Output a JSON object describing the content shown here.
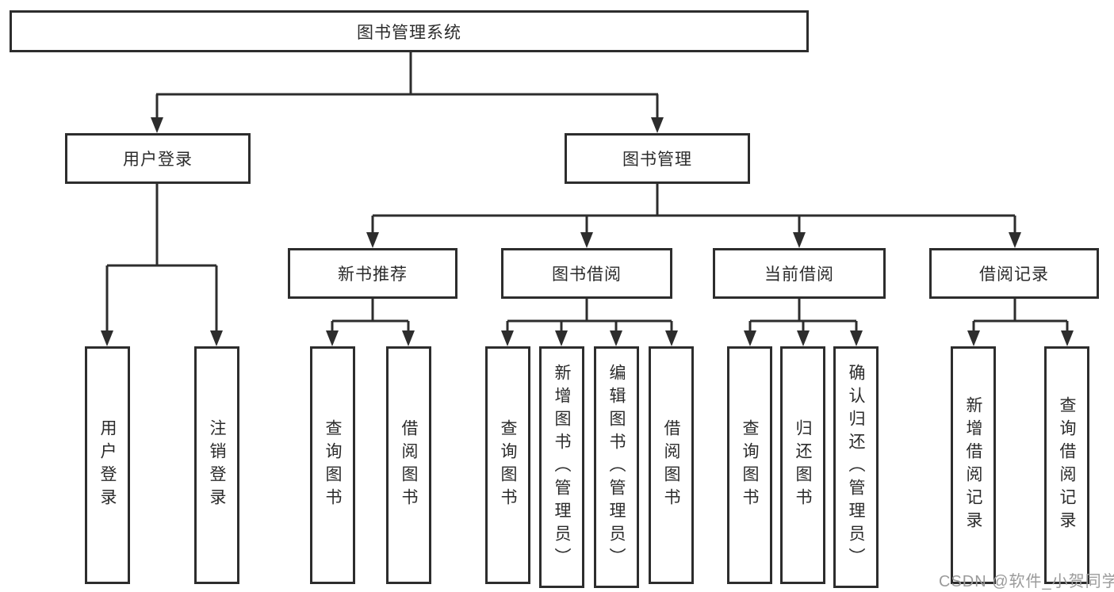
{
  "diagram": {
    "type": "hierarchy-tree",
    "orientation": "top-down"
  },
  "tree": {
    "root": "图书管理系统",
    "children": [
      {
        "label": "用户登录",
        "children": [
          "用户登录",
          "注销登录"
        ]
      },
      {
        "label": "图书管理",
        "children": [
          {
            "label": "新书推荐",
            "children": [
              "查询图书",
              "借阅图书"
            ]
          },
          {
            "label": "图书借阅",
            "children": [
              "查询图书",
              "新增图书（管理员）",
              "编辑图书（管理员）",
              "借阅图书"
            ]
          },
          {
            "label": "当前借阅",
            "children": [
              "查询图书",
              "归还图书",
              "确认归还（管理员）"
            ]
          },
          {
            "label": "借阅记录",
            "children": [
              "新增借阅记录",
              "查询借阅记录"
            ]
          }
        ]
      }
    ]
  },
  "watermark": {
    "text": "CSDN @软件_小贺同学",
    "color": "#9b9b9b"
  },
  "colors": {
    "line": "#2d2d2d",
    "box_border": "#2d2d2d",
    "box_background": "#ffffff",
    "text": "#2b2b2b",
    "page_background": "#ffffff"
  }
}
